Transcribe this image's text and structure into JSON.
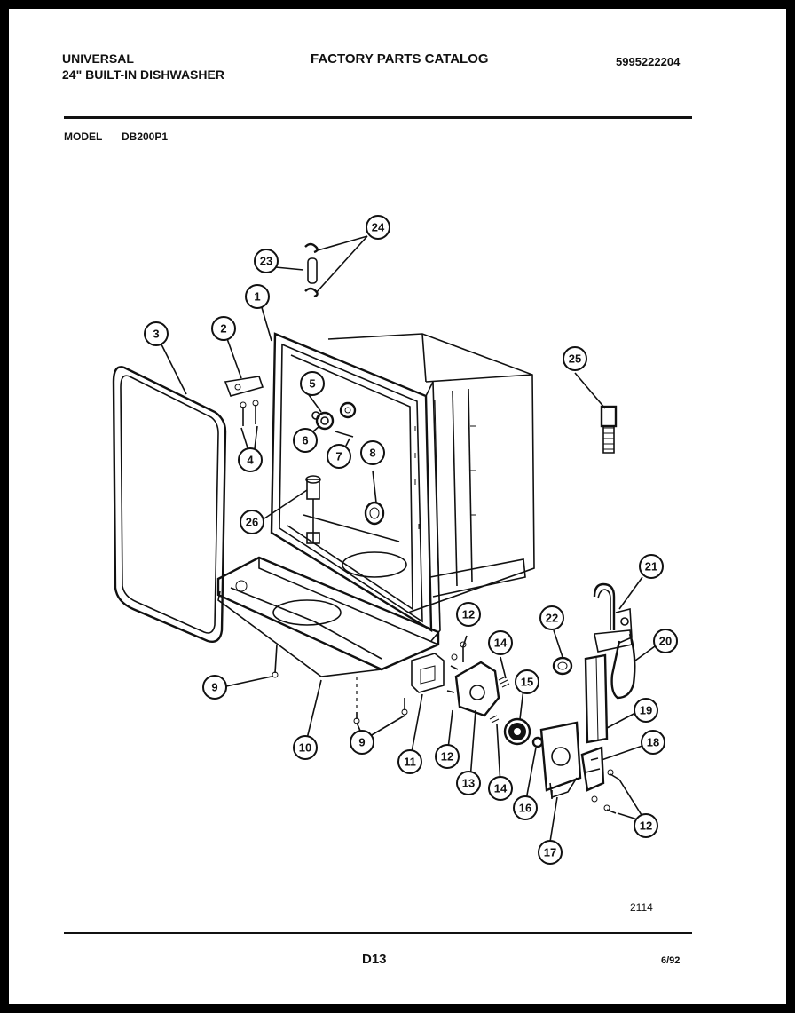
{
  "header": {
    "brand": "UNIVERSAL",
    "product": "24\" BUILT-IN DISHWASHER",
    "catalog_title": "FACTORY PARTS CATALOG",
    "part_number": "5995222204"
  },
  "model": {
    "label": "MODEL",
    "value": "DB200P1"
  },
  "callouts": [
    {
      "id": "c1",
      "label": "1"
    },
    {
      "id": "c2",
      "label": "2"
    },
    {
      "id": "c3",
      "label": "3"
    },
    {
      "id": "c4",
      "label": "4"
    },
    {
      "id": "c5",
      "label": "5"
    },
    {
      "id": "c6",
      "label": "6"
    },
    {
      "id": "c7",
      "label": "7"
    },
    {
      "id": "c8",
      "label": "8"
    },
    {
      "id": "c9a",
      "label": "9"
    },
    {
      "id": "c9b",
      "label": "9"
    },
    {
      "id": "c10",
      "label": "10"
    },
    {
      "id": "c11",
      "label": "11"
    },
    {
      "id": "c12a",
      "label": "12"
    },
    {
      "id": "c12b",
      "label": "12"
    },
    {
      "id": "c12c",
      "label": "12"
    },
    {
      "id": "c13",
      "label": "13"
    },
    {
      "id": "c14a",
      "label": "14"
    },
    {
      "id": "c14b",
      "label": "14"
    },
    {
      "id": "c15",
      "label": "15"
    },
    {
      "id": "c16",
      "label": "16"
    },
    {
      "id": "c17",
      "label": "17"
    },
    {
      "id": "c18",
      "label": "18"
    },
    {
      "id": "c19",
      "label": "19"
    },
    {
      "id": "c20",
      "label": "20"
    },
    {
      "id": "c21",
      "label": "21"
    },
    {
      "id": "c22",
      "label": "22"
    },
    {
      "id": "c23",
      "label": "23"
    },
    {
      "id": "c24",
      "label": "24"
    },
    {
      "id": "c25",
      "label": "25"
    },
    {
      "id": "c26",
      "label": "26"
    }
  ],
  "footer": {
    "drawing_number": "2114",
    "page": "D13",
    "date": "6/92"
  }
}
